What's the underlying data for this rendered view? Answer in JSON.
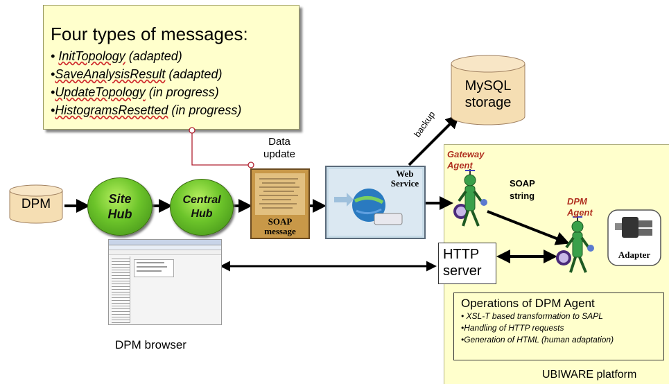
{
  "note": {
    "title": "Four types of messages:",
    "items": [
      {
        "bullet": "• ",
        "name": "InitTopology",
        "status": " (adapted)"
      },
      {
        "bullet": "•",
        "name": "SaveAnalysisResult",
        "status": " (adapted)"
      },
      {
        "bullet": "•",
        "name": "UpdateTopology",
        "status": " (in progress)"
      },
      {
        "bullet": "•",
        "name": "HistogramsResetted",
        "status": " (in progress)"
      }
    ]
  },
  "nodes": {
    "dpm": "DPM",
    "site_hub_line1": "Site",
    "site_hub_line2": "Hub",
    "central_hub_line1": "Central",
    "central_hub_line2": "Hub",
    "soap_line1": "SOAP",
    "soap_line2": "message",
    "data_update_line1": "Data",
    "data_update_line2": "update",
    "web_service_line1": "Web",
    "web_service_line2": "Service",
    "mysql_line1": "MySQL",
    "mysql_line2": "storage",
    "backup": "backup",
    "gateway_agent_line1": "Gateway",
    "gateway_agent_line2": "Agent",
    "soap_string_line1": "SOAP",
    "soap_string_line2": "string",
    "dpm_agent_line1": "DPM",
    "dpm_agent_line2": "Agent",
    "adapter": "Adapter",
    "http_server_line1": "HTTP",
    "http_server_line2": "server",
    "dpm_browser": "DPM browser"
  },
  "operations": {
    "title": "Operations of DPM Agent",
    "items": [
      "• XSL-T based transformation to SAPL",
      "•Handling of HTTP requests",
      "•Generation of HTML (human adaptation)"
    ]
  },
  "platform_label": "UBIWARE platform",
  "colors": {
    "note_bg": "#ffffcc",
    "hub_green": "#6cc42a",
    "agent_label": "#b03020",
    "connector": "#b02030"
  }
}
